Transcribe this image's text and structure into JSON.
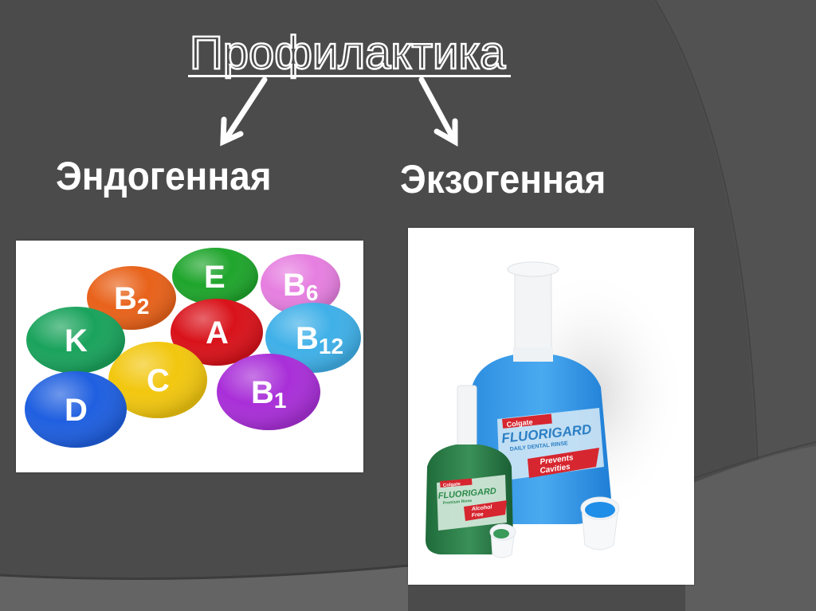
{
  "slide": {
    "title": "Профилактика",
    "branches": [
      {
        "label": "Эндогенная",
        "direction": "left"
      },
      {
        "label": "Экзогенная",
        "direction": "right"
      }
    ],
    "images": {
      "vitamins": {
        "description": "colored vitamin eggs",
        "eggs": [
          {
            "letter": "B",
            "sub": "2",
            "color": "#e8621a"
          },
          {
            "letter": "E",
            "sub": "",
            "color": "#1fa52c"
          },
          {
            "letter": "B",
            "sub": "6",
            "color": "#e67fe0"
          },
          {
            "letter": "K",
            "sub": "",
            "color": "#1aa35c"
          },
          {
            "letter": "A",
            "sub": "",
            "color": "#d9121a"
          },
          {
            "letter": "B",
            "sub": "12",
            "color": "#3fb0e8"
          },
          {
            "letter": "C",
            "sub": "",
            "color": "#f2c70f"
          },
          {
            "letter": "D",
            "sub": "",
            "color": "#1f5fe0"
          },
          {
            "letter": "B",
            "sub": "1",
            "color": "#a92fd8"
          }
        ]
      },
      "rinse": {
        "description": "Colgate FluoriGard mouth rinse bottles",
        "large_bottle": {
          "brand": "Colgate",
          "product": "FLUORIGARD",
          "subline": "DAILY DENTAL RINSE",
          "badge_line1": "Prevents",
          "badge_line2": "Cavities"
        },
        "small_bottle": {
          "brand": "Colgate",
          "product": "FLUORIGARD",
          "subline": "Premium Rinse",
          "badge_line1": "Alcohol",
          "badge_line2": "Free"
        }
      }
    },
    "colors": {
      "background": "#4b4b4b",
      "background_light": "#5a5a5a",
      "text": "#ffffff"
    }
  }
}
